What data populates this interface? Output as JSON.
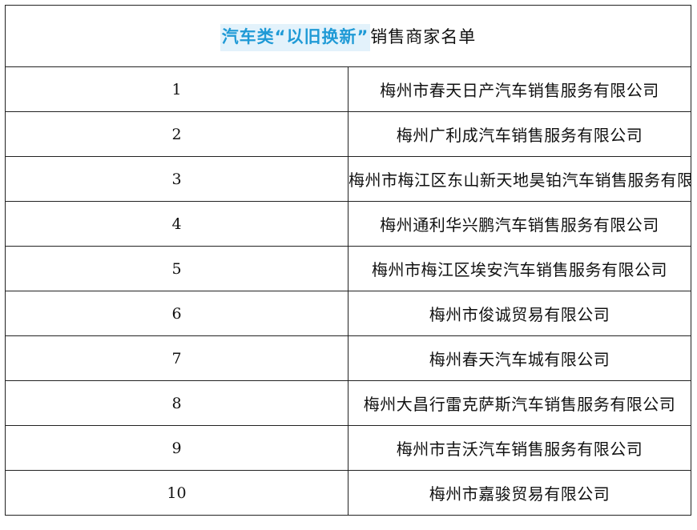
{
  "title": {
    "highlight": "汽车类“以旧换新”",
    "rest": "销售商家名单"
  },
  "rows": [
    {
      "num": "1",
      "name": "梅州市春天日产汽车销售服务有限公司"
    },
    {
      "num": "2",
      "name": "梅州广利成汽车销售服务有限公司"
    },
    {
      "num": "3",
      "name": "梅州市梅江区东山新天地昊铂汽车销售服务有限公司"
    },
    {
      "num": "4",
      "name": "梅州通利华兴鹏汽车销售服务有限公司"
    },
    {
      "num": "5",
      "name": "梅州市梅江区埃安汽车销售服务有限公司"
    },
    {
      "num": "6",
      "name": "梅州市俊诚贸易有限公司"
    },
    {
      "num": "7",
      "name": "梅州春天汽车城有限公司"
    },
    {
      "num": "8",
      "name": "梅州大昌行雷克萨斯汽车销售服务有限公司"
    },
    {
      "num": "9",
      "name": "梅州市吉沃汽车销售服务有限公司"
    },
    {
      "num": "10",
      "name": "梅州市嘉骏贸易有限公司"
    }
  ]
}
